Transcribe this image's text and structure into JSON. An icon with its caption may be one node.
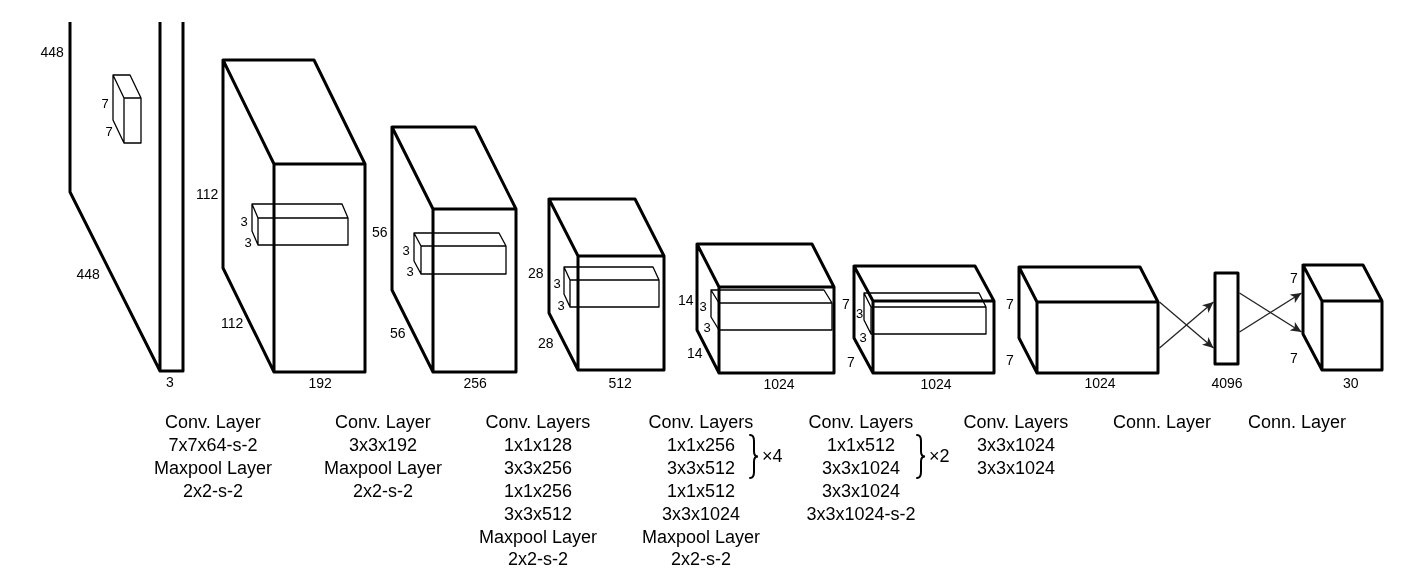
{
  "diagram": {
    "nodes": [
      {
        "text": [],
        "shape": "box",
        "beside": [
          "448",
          "448",
          "3"
        ]
      },
      {
        "text": [],
        "shape": "box",
        "in": 0,
        "beside": [
          "7",
          "7"
        ]
      },
      {
        "text": [],
        "shape": "box",
        "beside": [
          "112",
          "112",
          "192"
        ]
      },
      {
        "text": [],
        "shape": "box",
        "in": 2,
        "beside": [
          "3",
          "3"
        ]
      },
      {
        "text": [],
        "shape": "box",
        "beside": [
          "56",
          "56",
          "256"
        ]
      },
      {
        "text": [],
        "shape": "box",
        "in": 4,
        "beside": [
          "3",
          "3"
        ]
      },
      {
        "text": [],
        "shape": "box",
        "beside": [
          "28",
          "28",
          "512"
        ]
      },
      {
        "text": [],
        "shape": "box",
        "in": 6,
        "beside": [
          "3",
          "3"
        ]
      },
      {
        "text": [],
        "shape": "box",
        "beside": [
          "14",
          "14",
          "1024"
        ]
      },
      {
        "text": [],
        "shape": "box",
        "in": 8,
        "beside": [
          "3",
          "3"
        ]
      },
      {
        "text": [],
        "shape": "box",
        "beside": [
          "7",
          "7",
          "1024"
        ]
      },
      {
        "text": [],
        "shape": "box",
        "in": 10,
        "beside": [
          "3",
          "3"
        ]
      },
      {
        "text": [],
        "shape": "box",
        "beside": [
          "7",
          "7",
          "1024"
        ]
      },
      {
        "text": [],
        "shape": "bar",
        "beside": [
          "4096"
        ]
      },
      {
        "text": [],
        "shape": "box",
        "beside": [
          "7",
          "7",
          "30"
        ]
      }
    ],
    "edges": [
      {
        "from": 12,
        "to": 13,
        "arrow": "to"
      },
      {
        "from": 12,
        "to": 13,
        "arrow": "to"
      },
      {
        "from": 13,
        "to": 14,
        "arrow": "to"
      },
      {
        "from": 13,
        "to": 14,
        "arrow": "to"
      }
    ],
    "labels": [
      "Conv. Layer",
      "7x7x64-s-2",
      "Maxpool Layer",
      "2x2-s-2",
      "Conv. Layer",
      "3x3x192",
      "Maxpool Layer",
      "2x2-s-2",
      "Conv. Layers",
      "1x1x128",
      "3x3x256",
      "1x1x256",
      "3x3x512",
      "Maxpool Layer",
      "2x2-s-2",
      "Conv. Layers",
      "1x1x256",
      "3x3x512",
      "×4",
      "1x1x512",
      "3x3x1024",
      "Maxpool Layer",
      "2x2-s-2",
      "Conv. Layers",
      "1x1x512",
      "3x3x1024",
      "×2",
      "3x3x1024",
      "3x3x1024-s-2",
      "Conv. Layers",
      "3x3x1024",
      "3x3x1024",
      "Conn. Layer",
      "Conn. Layer"
    ]
  }
}
